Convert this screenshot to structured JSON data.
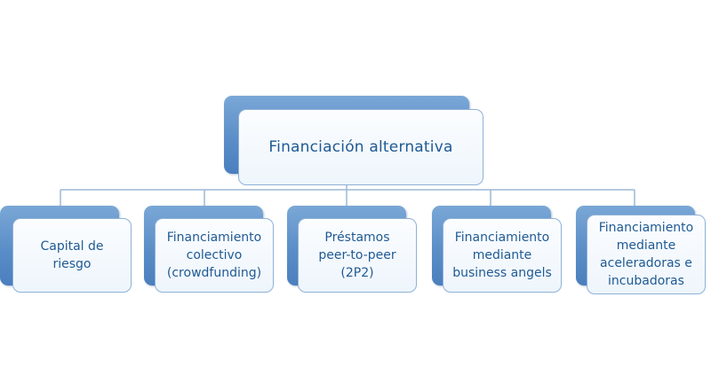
{
  "diagram": {
    "root": {
      "label": "Financiación alternativa"
    },
    "children": [
      {
        "label": "Capital de\nriesgo"
      },
      {
        "label": "Financiamiento\ncolectivo\n(crowdfunding)"
      },
      {
        "label": "Préstamos\npeer-to-peer\n(2P2)"
      },
      {
        "label": "Financiamiento\nmediante\nbusiness angels"
      },
      {
        "label": "Financiamiento\nmediante\naceleradoras e\nincubadoras"
      }
    ],
    "colors": {
      "connector": "#9db8d6",
      "text": "#1f5a93",
      "accent": "#5b8ec8"
    }
  }
}
